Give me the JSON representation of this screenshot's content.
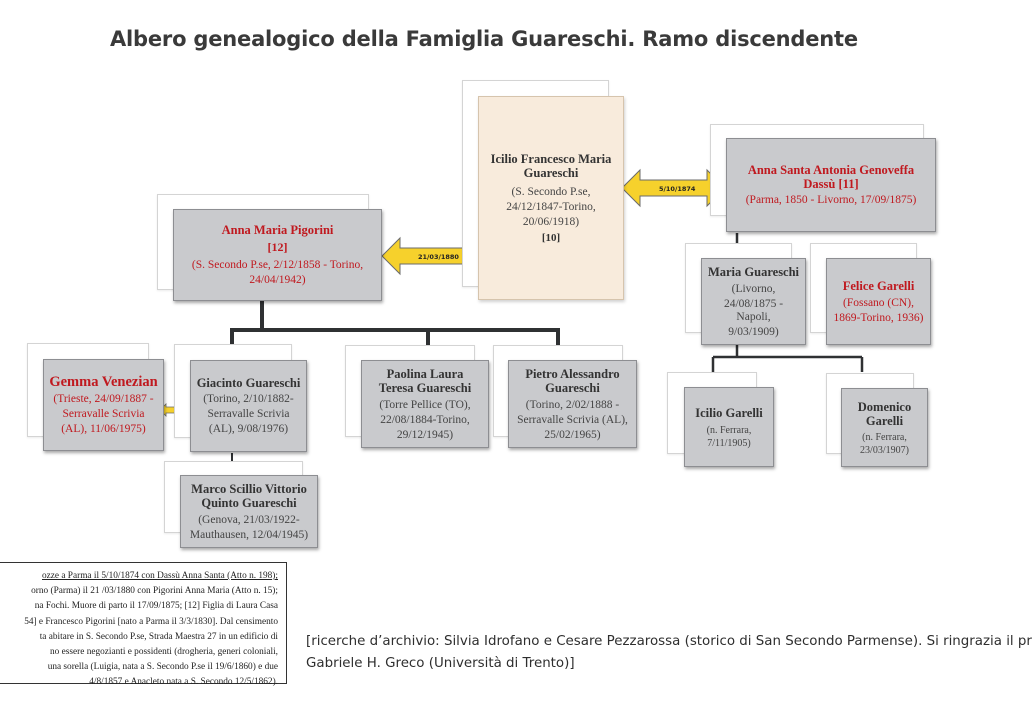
{
  "title": "Albero genealogico della Famiglia Guareschi. Ramo discendente",
  "marriages": {
    "first": "5/10/1874",
    "second": "21/03/1880"
  },
  "people": {
    "icilio_francesco": {
      "name_1": "Icilio Francesco Maria",
      "name_2": "Guareschi",
      "dates_1": "(S. Secondo P.se,",
      "dates_2": "24/12/1847-Torino,",
      "dates_3": "20/06/1918)",
      "ref": "[10]"
    },
    "anna_santa": {
      "name_1": "Anna Santa Antonia Genoveffa",
      "name_2": "Dassù [11]",
      "dates_1": "(Parma, 1850 - Livorno, 17/09/1875)"
    },
    "anna_maria": {
      "name_1": "Anna Maria Pigorini",
      "ref": "[12]",
      "dates_1": "(S. Secondo P.se, 2/12/1858 - Torino,",
      "dates_2": "24/04/1942)"
    },
    "maria_guareschi": {
      "name_1": "Maria Guareschi",
      "dates_1": "(Livorno,",
      "dates_2": "24/08/1875 - Napoli,",
      "dates_3": "9/03/1909)"
    },
    "felice_garelli": {
      "name_1": "Felice Garelli",
      "dates_1": "(Fossano (CN),",
      "dates_2": "1869-Torino, 1936)"
    },
    "gemma_venezian": {
      "name_1": "Gemma Venezian",
      "dates_1": "(Trieste, 24/09/1887 -",
      "dates_2": "Serravalle Scrivia",
      "dates_3": "(AL), 11/06/1975)"
    },
    "giacinto": {
      "name_1": "Giacinto Guareschi",
      "dates_1": "(Torino, 2/10/1882-",
      "dates_2": "Serravalle Scrivia",
      "dates_3": "(AL), 9/08/1976)"
    },
    "paolina": {
      "name_1": "Paolina Laura",
      "name_2": "Teresa Guareschi",
      "dates_1": "(Torre Pellice (TO),",
      "dates_2": "22/08/1884-Torino,",
      "dates_3": "29/12/1945)"
    },
    "pietro": {
      "name_1": "Pietro Alessandro",
      "name_2": "Guareschi",
      "dates_1": "(Torino, 2/02/1888 -",
      "dates_2": "Serravalle Scrivia (AL),",
      "dates_3": "25/02/1965)"
    },
    "marco": {
      "name_1": "Marco Scillio Vittorio",
      "name_2": "Quinto Guareschi",
      "dates_1": "(Genova, 21/03/1922-",
      "dates_2": "Mauthausen, 12/04/1945)"
    },
    "icilio_garelli": {
      "name_1": "Icilio Garelli",
      "dates_1": "(n. Ferrara,",
      "dates_2": "7/11/1905)"
    },
    "domenico_garelli": {
      "name_1": "Domenico",
      "name_2": "Garelli",
      "dates_1": "(n. Ferrara,",
      "dates_2": "23/03/1907)"
    }
  },
  "notes": [
    "ozze a Parma il 5/10/1874 con Dassù Anna Santa (Atto n. 198);",
    "orno (Parma) il 21 /03/1880 con Pigorini Anna Maria (Atto n. 15);",
    "na Fochi. Muore di parto il 17/09/1875; [12] Figlia di Laura Casa",
    "54] e Francesco Pigorini [nato a Parma il 3/3/1830]. Dal censimento",
    "ta abitare in S. Secondo P.se, Strada Maestra 27 in un edificio di",
    "no essere negozianti e possidenti (drogheria, generi coloniali,",
    "una sorella (Luigia, nata a S. Secondo P.se il 19/6/1860) e due",
    "4/8/1857 e Anacleto nata a S. Secondo 12/5/1862)."
  ],
  "credits": {
    "line_1": "[ricerche d’archivio: Silvia Idrofano e Cesare Pezzarossa (storico di San Secondo Parmense). Si ringrazia il pr",
    "line_2": "Gabriele H. Greco (Università  di Trento)]"
  }
}
